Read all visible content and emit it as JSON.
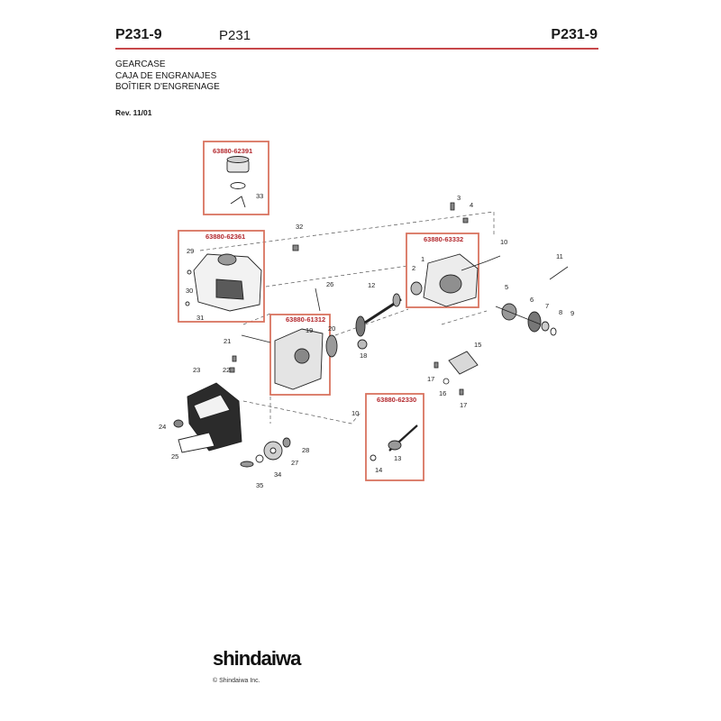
{
  "header": {
    "code_left": "P231-9",
    "model": "P231",
    "code_right": "P231-9"
  },
  "titles": {
    "en": "GEARCASE",
    "es": "CAJA DE ENGRANAJES",
    "fr": "BOÎTIER D'ENGRENAGE"
  },
  "revision": "Rev. 11/01",
  "kits": {
    "k1": "63880-62391",
    "k2": "63880-62361",
    "k3": "63880-63332",
    "k4": "63880-61312",
    "k5": "63880-62330"
  },
  "parts": [
    "1",
    "2",
    "3",
    "4",
    "5",
    "6",
    "7",
    "8",
    "9",
    "10",
    "10",
    "11",
    "12",
    "13",
    "14",
    "15",
    "16",
    "17",
    "17",
    "18",
    "19",
    "20",
    "21",
    "22",
    "23",
    "24",
    "25",
    "27",
    "28",
    "29",
    "30",
    "31",
    "32",
    "33",
    "34",
    "35",
    "26"
  ],
  "footer": {
    "brand": "shindaiwa",
    "copyright": "© Shindaiwa Inc."
  },
  "colors": {
    "accent": "#c7474a",
    "kit_box": "#d9735f"
  }
}
